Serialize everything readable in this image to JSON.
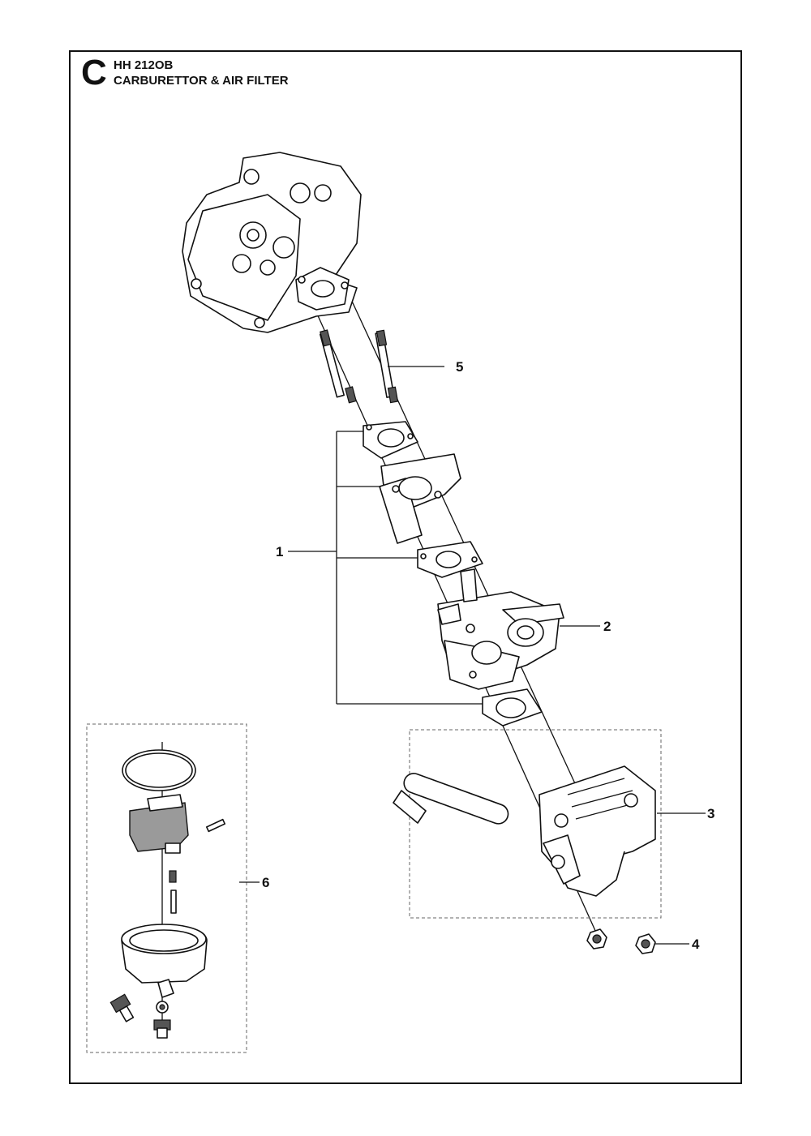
{
  "header": {
    "section_letter": "C",
    "model": "HH 212OB",
    "title": "CARBURETTOR & AIR FILTER"
  },
  "callouts": [
    {
      "id": "1",
      "label": "1"
    },
    {
      "id": "2",
      "label": "2"
    },
    {
      "id": "3",
      "label": "3"
    },
    {
      "id": "4",
      "label": "4"
    },
    {
      "id": "5",
      "label": "5"
    },
    {
      "id": "6",
      "label": "6"
    }
  ],
  "colors": {
    "line": "#111111",
    "shade": "#9a9a9a",
    "dashed_box": "#666666"
  }
}
